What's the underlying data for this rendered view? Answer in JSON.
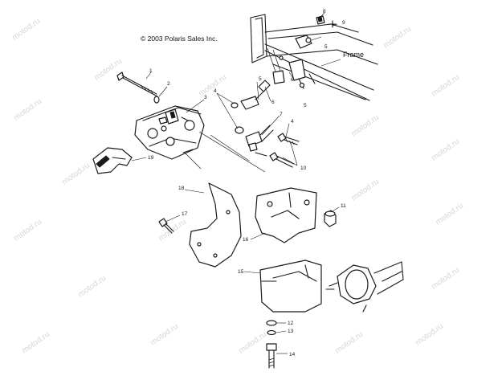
{
  "copyright": "© 2003 Polaris Sales Inc.",
  "frame_label": "Frame",
  "watermark": "motod.ru",
  "callouts": [
    "1",
    "2",
    "3",
    "4",
    "4",
    "5",
    "5",
    "5",
    "6",
    "6",
    "7",
    "8",
    "9",
    "10",
    "11",
    "12",
    "13",
    "14",
    "15",
    "16",
    "17",
    "18",
    "19"
  ]
}
